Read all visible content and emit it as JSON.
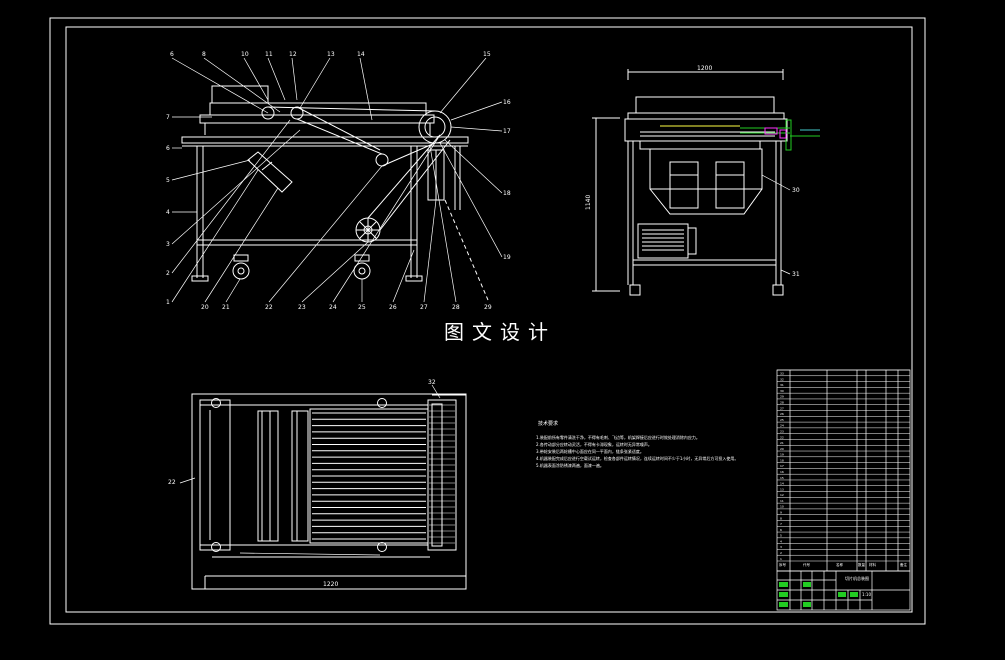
{
  "watermark": {
    "text": "图文设计"
  },
  "front_view": {
    "leader_labels_top": [
      "6",
      "8",
      "10",
      "11",
      "12",
      "13",
      "14",
      "15"
    ],
    "leader_labels_left": [
      "7",
      "6",
      "5",
      "4",
      "3",
      "2",
      "1"
    ],
    "leader_labels_right": [
      "16",
      "17",
      "18",
      "19"
    ],
    "leader_labels_bottom": [
      "20",
      "21",
      "22",
      "23",
      "24",
      "25",
      "26",
      "27",
      "28",
      "29"
    ]
  },
  "side_view": {
    "dim_width": "1200",
    "dim_height": "1140",
    "leader_labels": [
      "30",
      "31"
    ]
  },
  "top_view": {
    "label_left": "22",
    "label_top": "32",
    "dim_bottom": "1220"
  },
  "notes": {
    "title": "技术要求",
    "lines": [
      "1.装配前所有零件清洗干净，不得有毛刺、飞边等，机架焊接后应进行时效处理消除内应力。",
      "2.各传动部分应转动灵活，不得有卡滞现象，运转时无异常噪声。",
      "3.带轮安装后两轮槽中心面应在同一平面内，链条张紧适度。",
      "4.机器装配完成后应进行空载试运转，检查各部件运转情况，连续运转时间不少于1小时，无异常后方可投入使用。",
      "5.机器表面涂防锈漆两遍，面漆一遍。"
    ]
  },
  "bom": {
    "rows": [
      "33",
      "32",
      "31",
      "30",
      "29",
      "28",
      "27",
      "26",
      "25",
      "24",
      "23",
      "22",
      "21",
      "20",
      "19",
      "18",
      "17",
      "16",
      "15",
      "14",
      "13",
      "12",
      "11",
      "10",
      "9",
      "8",
      "7",
      "6",
      "5",
      "4",
      "3",
      "2",
      "1"
    ],
    "header": [
      "序号",
      "代号",
      "名称",
      "数量",
      "材料",
      "备注"
    ],
    "title_block_name": "切片机总装图",
    "title_block_scale": "1:10"
  },
  "colors": {
    "line": "#ffffff",
    "frame": "#ffffff",
    "green": "#22cc22",
    "green_bright": "#44ff44",
    "magenta": "#ff33ff",
    "yellow": "#ffff44",
    "cyan": "#44cccc"
  }
}
